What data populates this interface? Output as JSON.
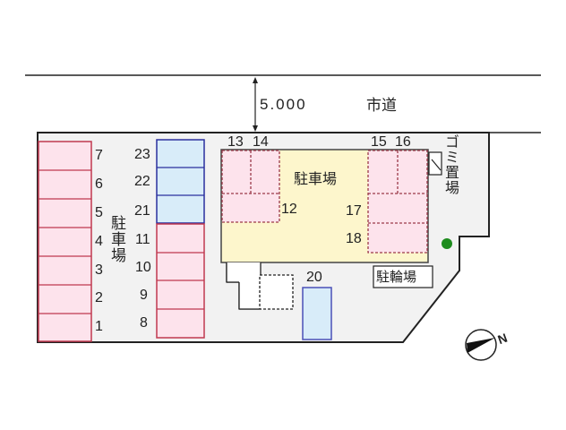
{
  "road": {
    "name": "市道",
    "width_label": "5.000"
  },
  "labels": {
    "parking_main": "駐車場",
    "parking_left": "駐車場",
    "garbage": "ゴミ置場",
    "bicycle": "駐輪場",
    "compass_north": "N"
  },
  "spaces": {
    "left_column": [
      "7",
      "6",
      "5",
      "4",
      "3",
      "2",
      "1"
    ],
    "middle_column": [
      "23",
      "22",
      "21",
      "11",
      "10",
      "9",
      "8"
    ],
    "building_top_left": [
      "13",
      "14"
    ],
    "building_top_right": [
      "15",
      "16"
    ],
    "building_left_wide": "12",
    "building_right_wide": [
      "17",
      "18"
    ],
    "motor_space": "20"
  },
  "colors": {
    "pink_fill": "#fde3ec",
    "pink_border": "#c0394f",
    "blue_fill": "#d8ecf9",
    "blue_border": "#2a2f9e",
    "yellow_fill": "#fdf6cc",
    "lot_fill": "#f2f2f2",
    "tree_green": "#1e8c1e"
  }
}
